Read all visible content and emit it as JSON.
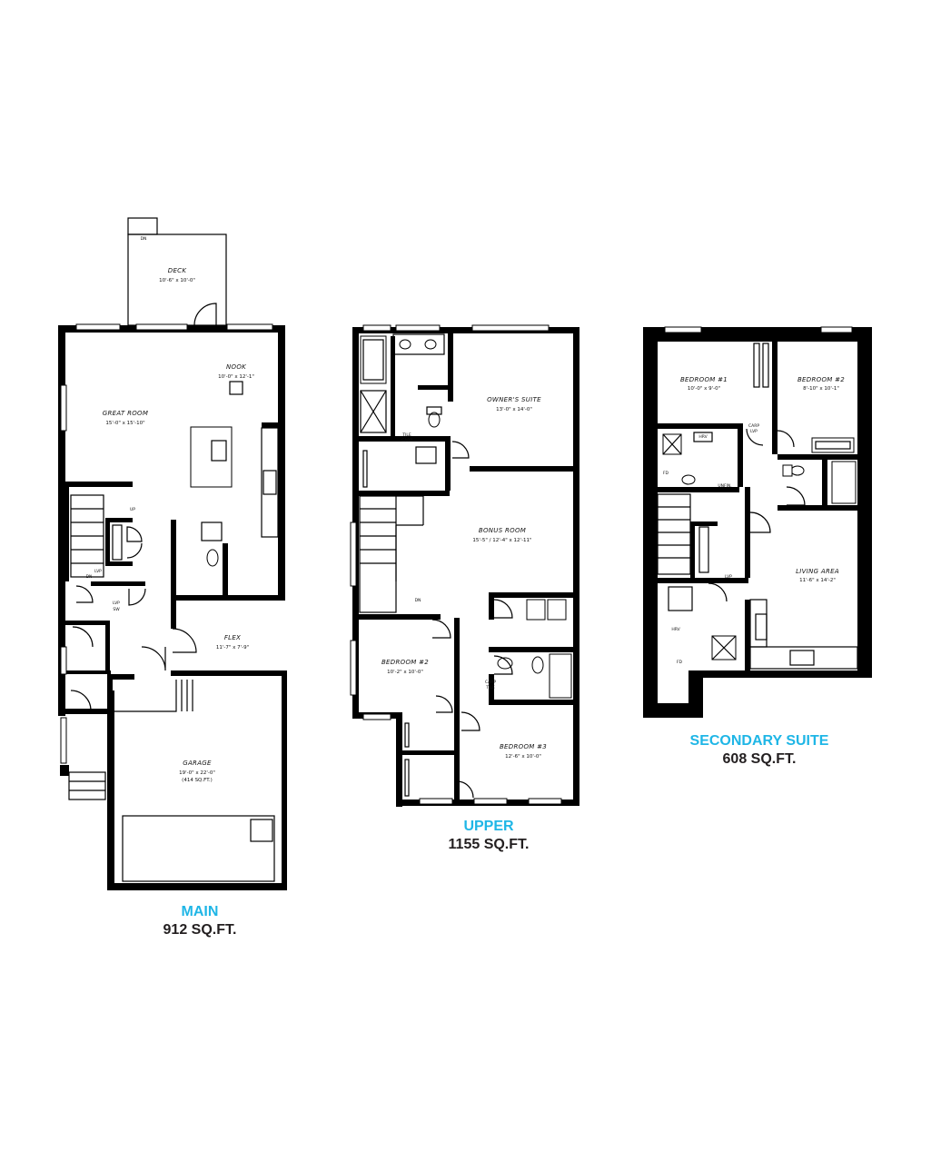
{
  "plans": [
    {
      "key": "main",
      "name": "MAIN",
      "area": "912 SQ.FT.",
      "rooms": [
        {
          "label": "DECK",
          "dims": "10'-6\" x 10'-0\""
        },
        {
          "label": "NOOK",
          "dims": "10'-0\" x 12'-1\""
        },
        {
          "label": "GREAT ROOM",
          "dims": "15'-0\" x 15'-10\""
        },
        {
          "label": "FLEX",
          "dims": "11'-7\" x 7'-9\""
        },
        {
          "label": "GARAGE",
          "dims": "19'-0\" x 22'-0\"",
          "note": "(414 SQ.FT.)"
        }
      ],
      "notes": [
        "DN",
        "UP",
        "LVP",
        "DN",
        "LVP",
        "SW"
      ]
    },
    {
      "key": "upper",
      "name": "UPPER",
      "area": "1155 SQ.FT.",
      "rooms": [
        {
          "label": "OWNER'S SUITE",
          "dims": "13'-0\" x 14'-0\""
        },
        {
          "label": "BONUS ROOM",
          "dims": "15'-5\" / 12'-4\" x 12'-11\""
        },
        {
          "label": "BEDROOM #2",
          "dims": "10'-2\" x 10'-0\""
        },
        {
          "label": "BEDROOM #3",
          "dims": "12'-6\" x 10'-0\""
        }
      ],
      "notes": [
        "TILE",
        "CARP",
        "DN",
        "CARP",
        "TILE"
      ]
    },
    {
      "key": "suite",
      "name": "SECONDARY SUITE",
      "area": "608 SQ.FT.",
      "rooms": [
        {
          "label": "BEDROOM #1",
          "dims": "10'-0\" x 9'-0\""
        },
        {
          "label": "BEDROOM #2",
          "dims": "8'-10\" x 10'-1\""
        },
        {
          "label": "LIVING AREA",
          "dims": "11'-6\" x 14'-2\""
        }
      ],
      "notes": [
        "HRV",
        "CARP",
        "LVP",
        "UNFIN.",
        "LVP",
        "FD",
        "HRV",
        "FD"
      ]
    }
  ]
}
